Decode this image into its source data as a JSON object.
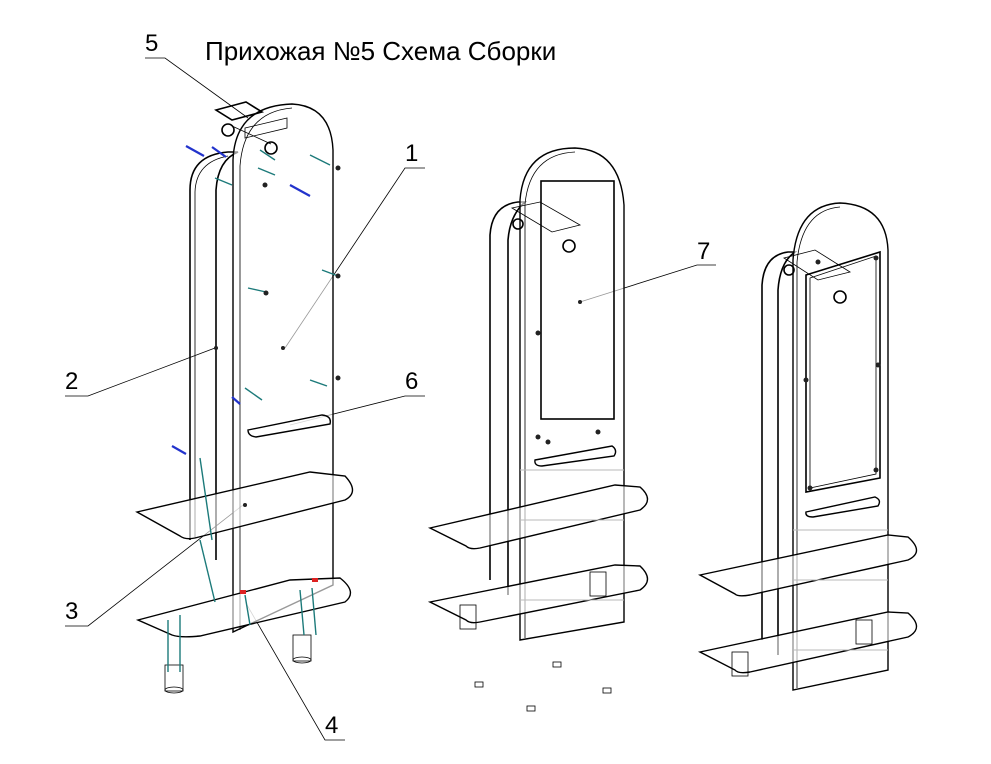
{
  "diagram": {
    "title": "Прихожая №5 Схема Сборки",
    "callouts": [
      "1",
      "2",
      "3",
      "4",
      "5",
      "6",
      "7"
    ]
  },
  "colors": {
    "line": "#000000",
    "fastener_teal": "#1c7a7a",
    "screw_blue": "#2233cc",
    "marker_red": "#dd2222"
  }
}
